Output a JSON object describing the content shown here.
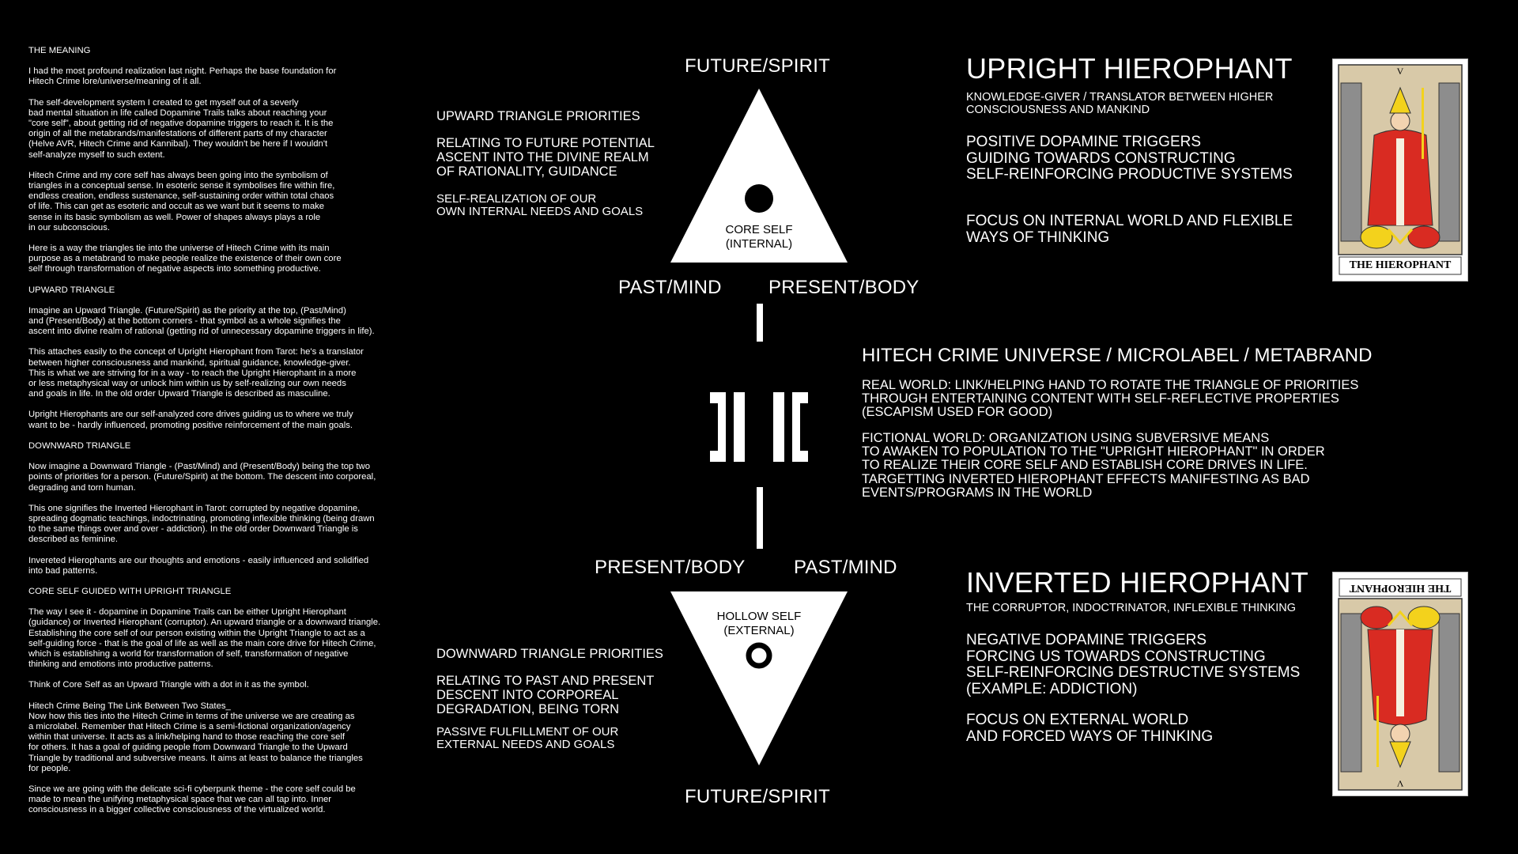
{
  "essay": {
    "heading": "THE MEANING",
    "paragraphs": [
      "I had the most profound realization last night. Perhaps the base foundation for\nHitech Crime lore/universe/meaning of it all.",
      "The self-development system I created to get myself out of a severly\nbad mental situation in life called Dopamine Trails talks about reaching your\n \"core self\", about getting rid of negative dopamine triggers to reach it. It is the\norigin of all the metabrands/manifestations of different parts of my character\n(Helve AVR, Hitech Crime and Kannibal). They wouldn't be here if I wouldn't\nself-analyze myself to such extent.",
      "Hitech Crime and my core self has always been going into the symbolism of\ntriangles in a conceptual sense. In esoteric sense it symbolises fire within fire,\nendless creation, endless sustenance, self-sustaining order within total chaos\nof life. This can get as esoteric and occult as we want but it seems to make\nsense in its basic symbolism as well. Power of shapes always plays a role\nin our subconscious.",
      "Here is a way the triangles tie into the universe of Hitech Crime with its main\npurpose as a metabrand to make people realize the existence of their own core\nself through transformation of negative aspects into something productive.",
      "UPWARD TRIANGLE",
      "Imagine an Upward Triangle. (Future/Spirit) as the priority at the top, (Past/Mind)\nand (Present/Body) at the bottom corners - that symbol as a whole signifies the\nascent into divine realm of rational (getting rid of unnecessary dopamine triggers in life).",
      "This attaches easily to the concept of Upright Hierophant from Tarot: he's a translator\nbetween higher consciousness and mankind, spiritual guidance, knowledge-giver.\nThis is what we are striving for in a way - to reach the Upright Hierophant in a more\nor less metaphysical way or unlock him within us by self-realizing our own needs\nand goals in life. In the old order Upward Triangle is described as masculine.",
      "Upright Hierophants are our self-analyzed core drives guiding us to where we truly\nwant to be - hardly influenced, promoting positive reinforcement of the main goals.",
      "DOWNWARD TRIANGLE",
      "Now imagine a Downward Triangle - (Past/Mind) and (Present/Body) being the top two\npoints of priorities for a person. (Future/Spirit) at the bottom. The descent into corporeal,\ndegrading and torn human.",
      "This one signifies the Inverted Hierophant in Tarot: corrupted by negative dopamine,\nspreading dogmatic teachings, indoctrinating, promoting inflexible thinking (being drawn\nto the same things over and over - addiction). In the old order Downward Triangle is\ndescribed as feminine.",
      "Invereted Hierophants are our thoughts and emotions - easily influenced and solidified\ninto bad patterns.",
      "CORE SELF GUIDED WITH UPRIGHT TRIANGLE",
      "The way I see it - dopamine in Dopamine Trails can be either Upright Hierophant\n(guidance) or Inverted Hierophant (corruptor). An upward triangle or a downward triangle.\nEstablishing the core self of our person existing within the Upright Triangle to act as a\nself-guiding force - that is the goal of life as well as the main core drive for Hitech Crime,\nwhich is establishing a world for transformation of self, transformation of negative\nthinking and emotions into productive patterns.",
      "Think of Core Self as an Upward Triangle with a dot in it as the symbol.",
      "Hitech Crime Being The Link Between Two States_\nNow how this ties into the Hitech Crime in terms of the universe we are creating as\na microlabel. Remember that Hitech Crime is a semi-fictional organization/agency\nwithin that universe. It acts as a link/helping hand to those reaching the core self\nfor others. It has a goal of guiding people from Downward Triangle to the Upward\nTriangle by traditional and subversive means. It aims at least to balance the triangles\nfor people.",
      "Since we are going with the delicate sci-fi cyberpunk theme - the core self could be\nmade to mean the unifying metaphysical space that we can all tap into. Inner\nconsciousness in a bigger collective consciousness of the virtualized world."
    ]
  },
  "diagram": {
    "upper": {
      "top": "FUTURE/SPIRIT",
      "left": "PAST/MIND",
      "right": "PRESENT/BODY",
      "inner": "CORE SELF\n(INTERNAL)"
    },
    "lower": {
      "left": "PRESENT/BODY",
      "right": "PAST/MIND",
      "bottom": "FUTURE/SPIRIT",
      "inner": "HOLLOW SELF\n(EXTERNAL)"
    }
  },
  "upward_priorities": {
    "title": "UPWARD TRIANGLE PRIORITIES",
    "text": "RELATING TO FUTURE POTENTIAL\nASCENT INTO THE DIVINE REALM\nOF RATIONALITY, GUIDANCE",
    "sub": "SELF-REALIZATION OF OUR\nOWN INTERNAL NEEDS AND GOALS"
  },
  "downward_priorities": {
    "title": "DOWNWARD TRIANGLE PRIORITIES",
    "text": "RELATING TO PAST AND PRESENT\nDESCENT INTO CORPOREAL\nDEGRADATION, BEING TORN",
    "sub": "PASSIVE FULFILLMENT OF OUR\nEXTERNAL NEEDS AND GOALS"
  },
  "upright": {
    "title": "UPRIGHT HIEROPHANT",
    "subtitle": "KNOWLEDGE-GIVER / TRANSLATOR BETWEEN HIGHER\nCONSCIOUSNESS AND MANKIND",
    "p1": "POSITIVE DOPAMINE TRIGGERS\nGUIDING TOWARDS CONSTRUCTING\nSELF-REINFORCING PRODUCTIVE SYSTEMS",
    "p2": "FOCUS ON INTERNAL WORLD AND FLEXIBLE\nWAYS OF THINKING"
  },
  "universe": {
    "title": "HITECH CRIME UNIVERSE / MICROLABEL / METABRAND",
    "real": "REAL WORLD: LINK/HELPING HAND TO ROTATE THE TRIANGLE OF PRIORITIES\nTHROUGH ENTERTAINING CONTENT WITH SELF-REFLECTIVE PROPERTIES\n(ESCAPISM USED FOR GOOD)",
    "fictional": "FICTIONAL WORLD: ORGANIZATION USING SUBVERSIVE MEANS\nTO AWAKEN TO POPULATION TO THE \"UPRIGHT HIEROPHANT\" IN ORDER\nTO REALIZE THEIR CORE SELF AND ESTABLISH CORE DRIVES IN LIFE.\nTARGETTING INVERTED HIEROPHANT EFFECTS MANIFESTING AS BAD\nEVENTS/PROGRAMS IN THE WORLD"
  },
  "inverted": {
    "title": "INVERTED HIEROPHANT",
    "subtitle": "THE CORRUPTOR, INDOCTRINATOR, INFLEXIBLE THINKING",
    "p1": "NEGATIVE DOPAMINE TRIGGERS\nFORCING US TOWARDS CONSTRUCTING\nSELF-REINFORCING DESTRUCTIVE SYSTEMS\n(EXAMPLE: ADDICTION)",
    "p2": "FOCUS ON EXTERNAL WORLD\nAND FORCED WAYS OF THINKING"
  },
  "cards": {
    "upright_caption": "THE HIEROPHANT",
    "inverted_caption": "THE HIEROPHANT",
    "numeral": "V"
  }
}
